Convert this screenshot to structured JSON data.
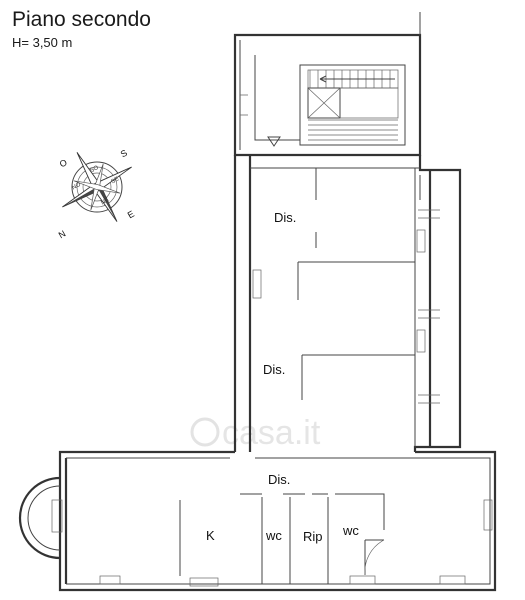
{
  "plan": {
    "title": "Piano secondo",
    "height_label": "H= 3,50 m"
  },
  "rooms": {
    "dis_upper": "Dis.",
    "dis_middle": "Dis.",
    "dis_lower": "Dis.",
    "kitchen": "K",
    "wc_left": "wc",
    "ripostiglio": "Rip",
    "wc_right": "wc"
  },
  "compass": {
    "north": "N",
    "east": "E",
    "south": "S",
    "west": "O",
    "ne": "NE",
    "so": "SO",
    "no": "NO",
    "se": "SE"
  },
  "watermark": "casa.it"
}
